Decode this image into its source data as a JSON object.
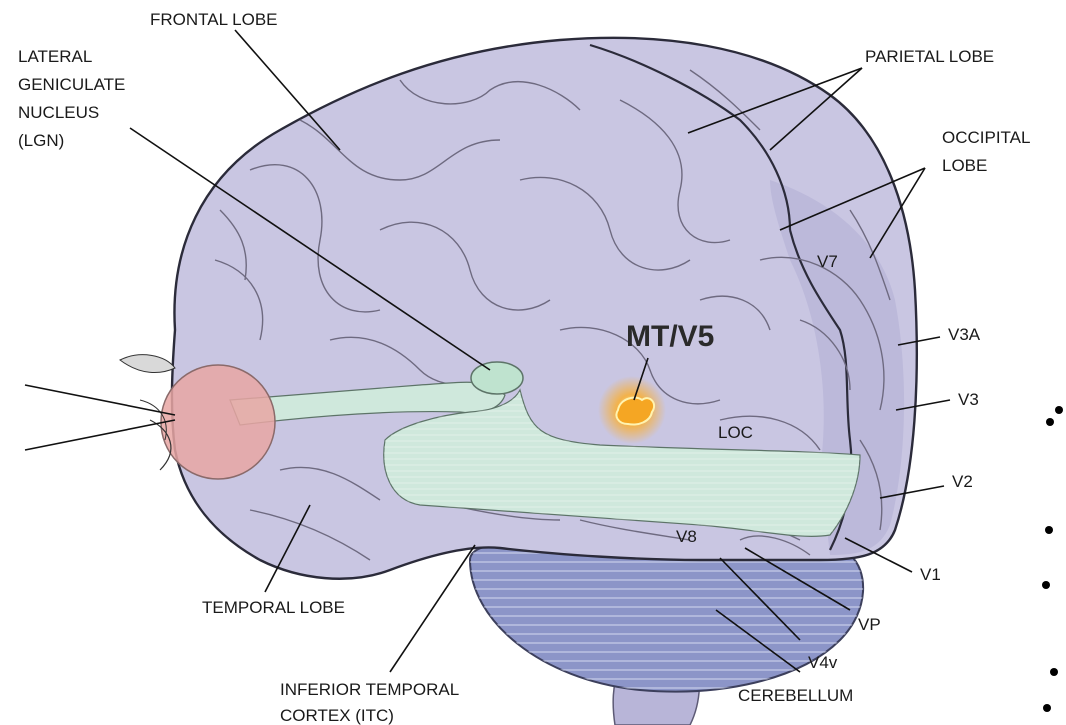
{
  "labels": {
    "frontal_lobe": "FRONTAL LOBE",
    "lgn": [
      "LATERAL",
      "GENICULATE",
      "NUCLEUS",
      "(LGN)"
    ],
    "parietal_lobe": "PARIETAL LOBE",
    "occipital_lobe": [
      "OCCIPITAL",
      "LOBE"
    ],
    "mt_v5": "MT/V5",
    "v7": "V7",
    "v3a": "V3A",
    "v3": "V3",
    "v2": "V2",
    "v1": "V1",
    "loc": "LOC",
    "v8": "V8",
    "vp": "VP",
    "v4v": "V4v",
    "cerebellum": "CEREBELLUM",
    "temporal_lobe": "TEMPORAL LOBE",
    "itc": [
      "INFERIOR TEMPORAL",
      "CORTEX (ITC)"
    ]
  },
  "colors": {
    "cortex": "#c9c6e2",
    "cortex_shade": "#b4b0d6",
    "visual_pathway": "#cfe8dc",
    "cerebellum": "#8c95c8",
    "eye": "#e8a6a3",
    "mt_hotspot": "#f3b24a"
  }
}
